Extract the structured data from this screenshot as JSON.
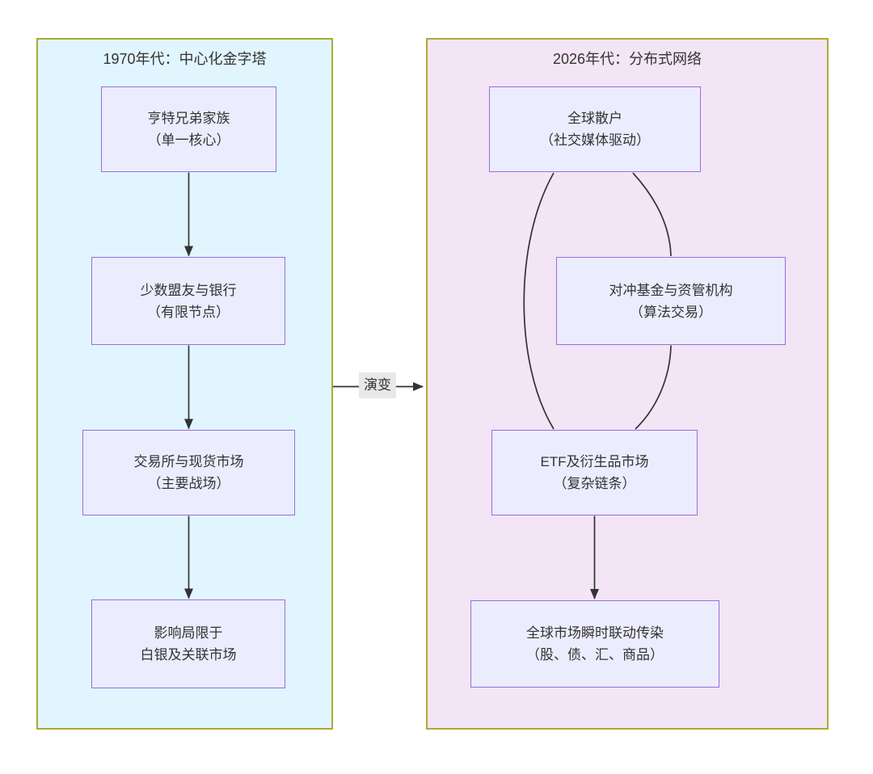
{
  "diagram": {
    "evolution_label": "演变",
    "left_panel": {
      "title": "1970年代：中心化金字塔",
      "nodes": [
        {
          "id": "hunt",
          "line1": "亨特兄弟家族",
          "line2": "（单一核心）"
        },
        {
          "id": "allies",
          "line1": "少数盟友与银行",
          "line2": "（有限节点）"
        },
        {
          "id": "exchanges",
          "line1": "交易所与现货市场",
          "line2": "（主要战场）"
        },
        {
          "id": "impact",
          "line1": "影响局限于",
          "line2": "白银及关联市场"
        }
      ]
    },
    "right_panel": {
      "title": "2026年代：分布式网络",
      "nodes": [
        {
          "id": "retail",
          "line1": "全球散户",
          "line2": "（社交媒体驱动）"
        },
        {
          "id": "hedge",
          "line1": "对冲基金与资管机构",
          "line2": "（算法交易）"
        },
        {
          "id": "etf",
          "line1": "ETF及衍生品市场",
          "line2": "（复杂链条）"
        },
        {
          "id": "contagion",
          "line1": "全球市场瞬时联动传染",
          "line2": "（股、债、汇、商品）"
        }
      ]
    },
    "edges": [
      {
        "from": "hunt",
        "to": "allies",
        "arrow": true
      },
      {
        "from": "allies",
        "to": "exchanges",
        "arrow": true
      },
      {
        "from": "exchanges",
        "to": "impact",
        "arrow": true
      },
      {
        "from": "left_panel",
        "to": "right_panel",
        "arrow": true,
        "label": "演变"
      },
      {
        "from": "retail",
        "to": "etf",
        "arrow": false
      },
      {
        "from": "retail",
        "to": "hedge",
        "arrow": false
      },
      {
        "from": "hedge",
        "to": "etf",
        "arrow": false
      },
      {
        "from": "etf",
        "to": "contagion",
        "arrow": true
      }
    ],
    "colors": {
      "left_panel_fill": "#E1F5FE",
      "right_panel_fill": "#F3E5F5",
      "panel_border": "#AAAA33",
      "node_fill": "#ECECFF",
      "node_border": "#9370DB",
      "edge_stroke": "#333333",
      "edge_label_bg": "#E8E8E8",
      "text": "#333333"
    }
  }
}
